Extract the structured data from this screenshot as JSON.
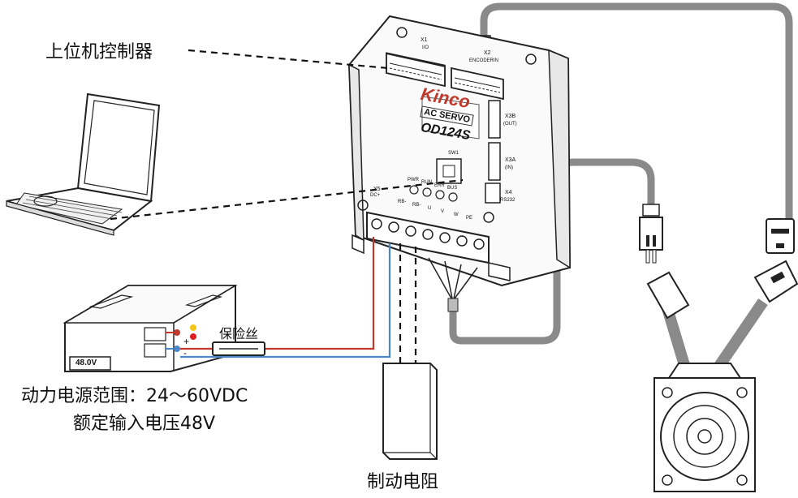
{
  "labels": {
    "host_controller": "上位机控制器",
    "fuse": "保险丝",
    "power_range": "动力电源范围：24～60VDC",
    "rated_voltage": "额定输入电压48V",
    "brake_resistor": "制动电阻",
    "psu_display": "48.0V",
    "psu_plus": "+",
    "psu_minus": "-"
  },
  "drive": {
    "brand": "Kinco",
    "series": "AC SERVO",
    "model": "OD124S",
    "x1": "X1",
    "x1_sub": "I/O",
    "x2": "X2",
    "x2_sub": "ENCODERIN",
    "x3b": "X3B",
    "x3b_sub": "(OUT)",
    "x3a": "X3A",
    "x3a_sub": "(IN)",
    "x4": "X4",
    "x4_sub": "RS232",
    "x5": "X5",
    "sw1": "SW1",
    "leds": [
      "PWR",
      "RUN",
      "ERR",
      "BUS"
    ],
    "terminals": [
      "DC+",
      "RB-",
      "RB-",
      "U",
      "V",
      "W",
      "PE"
    ]
  },
  "colors": {
    "positive_wire": "#c0392b",
    "negative_wire": "#4a86c8",
    "cable": "#8a8a8a",
    "brand": "#c0392b",
    "led_yellow": "#f5c518",
    "led_red": "#e02020"
  }
}
